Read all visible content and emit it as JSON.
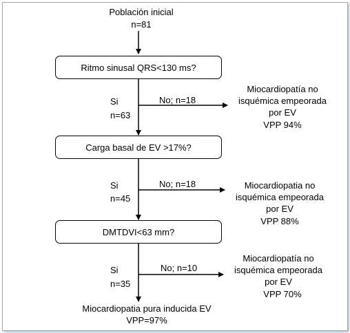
{
  "start": {
    "line1": "Población inicial",
    "line2": "n=81"
  },
  "steps": [
    {
      "question": "Ritmo sinusal  QRS<130 ms?",
      "yes_label": "Si",
      "yes_n": "n=63",
      "no_label": "No; n=18",
      "outcome": [
        "Miocardiopatía  no",
        "isquémica empeorada",
        "por EV",
        "VPP 94%"
      ]
    },
    {
      "question": "Carga basal de EV >17%?",
      "yes_label": "Si",
      "yes_n": "n=45",
      "no_label": "No; n=18",
      "outcome": [
        "Miocardiopatia no",
        "isquémica empeorada",
        "por EV",
        "VPP 88%"
      ]
    },
    {
      "question": "DMTDVI<63 mm?",
      "yes_label": "Si",
      "yes_n": "n=35",
      "no_label": "No; n=10",
      "outcome": [
        "Miocardiopatía no",
        "isquémica empeorada",
        "por EV",
        "VPP 70%"
      ]
    }
  ],
  "final": {
    "line1": "Miocardiopatia pura inducida EV",
    "line2": "VPP=97%"
  }
}
